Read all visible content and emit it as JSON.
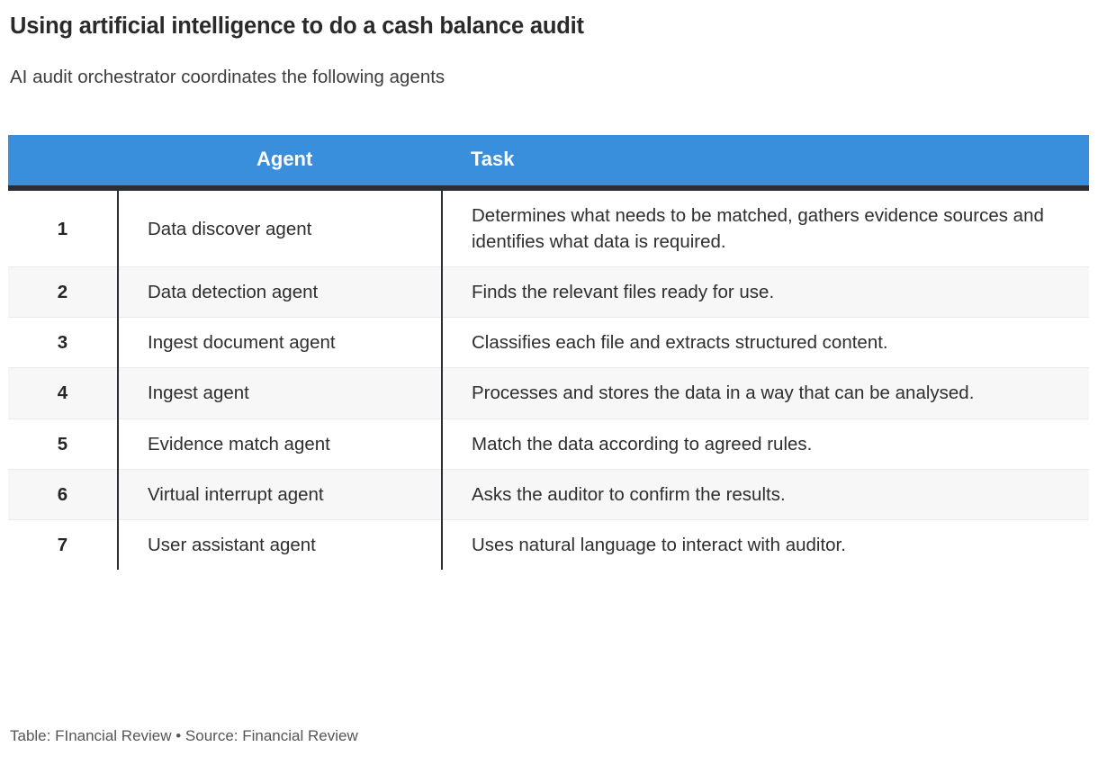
{
  "headline": "Using artificial intelligence to do a cash balance audit",
  "subhead": "AI audit orchestrator coordinates the following agents",
  "footer": "Table: FInancial Review • Source: Financial Review",
  "colors": {
    "header_bg": "#3a8fdc",
    "header_text": "#ffffff",
    "rule": "#2b2f33",
    "row_alt_bg": "#f7f7f7",
    "row_bg": "#ffffff",
    "body_text": "#2e2e2e",
    "footer_text": "#555555"
  },
  "chart_data": {
    "type": "table",
    "title": "Using artificial intelligence to do a cash balance audit",
    "subtitle": "AI audit orchestrator coordinates the following agents",
    "columns": [
      "",
      "Agent",
      "Task"
    ],
    "rows": [
      [
        "1",
        "Data discover agent",
        "Determines what needs to be matched, gathers evidence sources and identifies what data is required."
      ],
      [
        "2",
        "Data detection agent",
        "Finds the relevant files ready for use."
      ],
      [
        "3",
        "Ingest document agent",
        "Classifies each file and extracts structured content."
      ],
      [
        "4",
        "Ingest agent",
        "Processes and stores the data in a way that can be analysed."
      ],
      [
        "5",
        "Evidence match agent",
        "Match the data according to agreed rules."
      ],
      [
        "6",
        "Virtual interrupt agent",
        "Asks the auditor to confirm the results."
      ],
      [
        "7",
        "User assistant agent",
        "Uses natural language to interact with auditor."
      ]
    ],
    "source": "Table: FInancial Review • Source: Financial Review"
  },
  "table": {
    "header": {
      "num": "",
      "agent": "Agent",
      "task": "Task"
    },
    "rows": [
      {
        "num": "1",
        "agent": "Data discover agent",
        "task": "Determines what needs to be matched, gathers evidence sources and identifies what data is required."
      },
      {
        "num": "2",
        "agent": "Data detection agent",
        "task": "Finds the relevant files ready for use."
      },
      {
        "num": "3",
        "agent": "Ingest document agent",
        "task": "Classifies each file and extracts structured content."
      },
      {
        "num": "4",
        "agent": "Ingest agent",
        "task": "Processes and stores the data in a way that can be analysed."
      },
      {
        "num": "5",
        "agent": "Evidence match agent",
        "task": "Match the data according to agreed rules."
      },
      {
        "num": "6",
        "agent": "Virtual interrupt agent",
        "task": "Asks the auditor to confirm the results."
      },
      {
        "num": "7",
        "agent": "User assistant agent",
        "task": "Uses natural language to interact with auditor."
      }
    ]
  }
}
